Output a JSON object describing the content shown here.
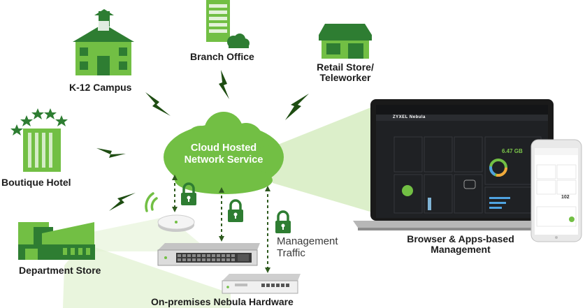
{
  "cloud": {
    "line1": "Cloud Hosted",
    "line2": "Network Service"
  },
  "sites": {
    "branch_office": "Branch Office",
    "k12_campus": "K-12 Campus",
    "retail_line1": "Retail Store/",
    "retail_line2": "Teleworker",
    "boutique_hotel": "Boutique Hotel",
    "department_store": "Department Store"
  },
  "management": {
    "traffic_line1": "Management",
    "traffic_line2": "Traffic",
    "browser_line1": "Browser & Apps-based",
    "browser_line2": "Management"
  },
  "hardware_label": "On-premises Nebula Hardware",
  "dashboard": {
    "brand": "ZYXEL Nebula",
    "traffic_value": "6.47 GB",
    "phone_value": "102"
  },
  "colors": {
    "green_primary": "#72bf44",
    "green_dark": "#2e7d32",
    "green_light": "#b7dc94",
    "lightning": "#1e4d12"
  }
}
